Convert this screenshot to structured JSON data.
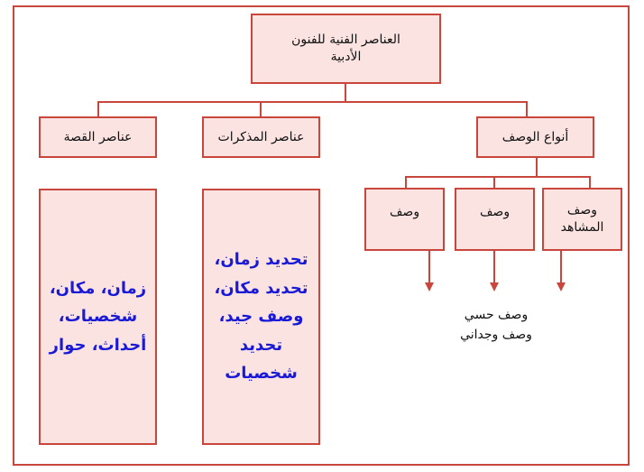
{
  "diagram": {
    "root": {
      "label_line1": "العناصر الفنية للفنون",
      "label_line2": "الأدبية"
    },
    "categories": [
      {
        "label": "عناصر القصة"
      },
      {
        "label": "عناصر المذكرات"
      },
      {
        "label": "أنواع الوصف"
      }
    ],
    "story_elements": {
      "line1": "زمان، مكان،",
      "line2": "شخصيات،",
      "line3": "أحداث، حوار"
    },
    "memoir_elements": {
      "line1": "تحديد زمان،",
      "line2": "تحديد مكان،",
      "line3": "وصف جيد،",
      "line4": "تحديد",
      "line5": "شخصيات"
    },
    "description_types": [
      {
        "label": "وصف المشاهد"
      },
      {
        "label": "وصف"
      },
      {
        "label": "وصف"
      }
    ],
    "description_notes": {
      "line1": "وصف حسي",
      "line2": "وصف وجداني"
    }
  }
}
